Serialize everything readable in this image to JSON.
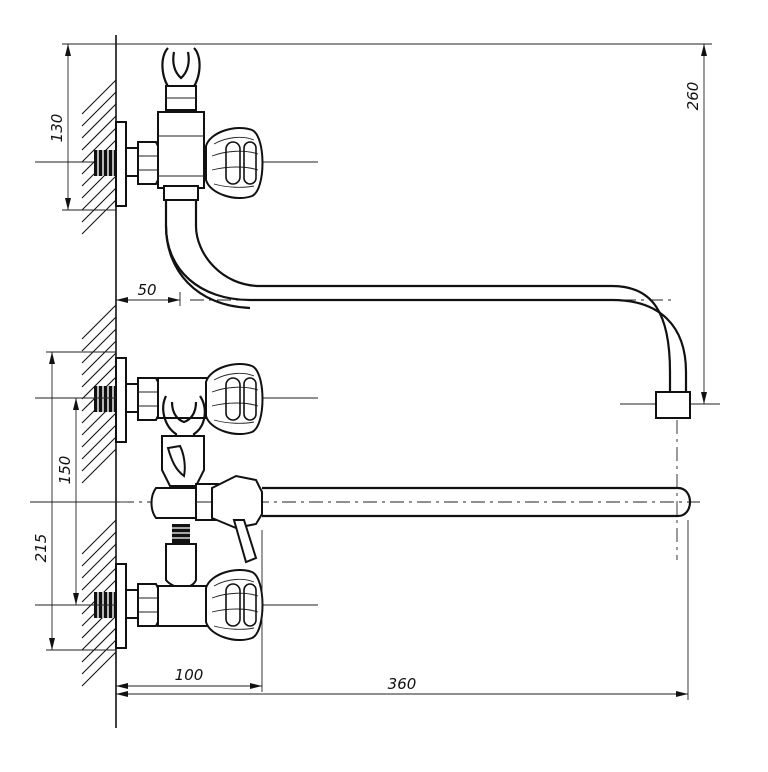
{
  "dimensions": {
    "d260": "260",
    "d130": "130",
    "d50": "50",
    "d150": "150",
    "d215": "215",
    "d100": "100",
    "d360": "360"
  },
  "colors": {
    "line": "#111111",
    "background": "#ffffff"
  }
}
